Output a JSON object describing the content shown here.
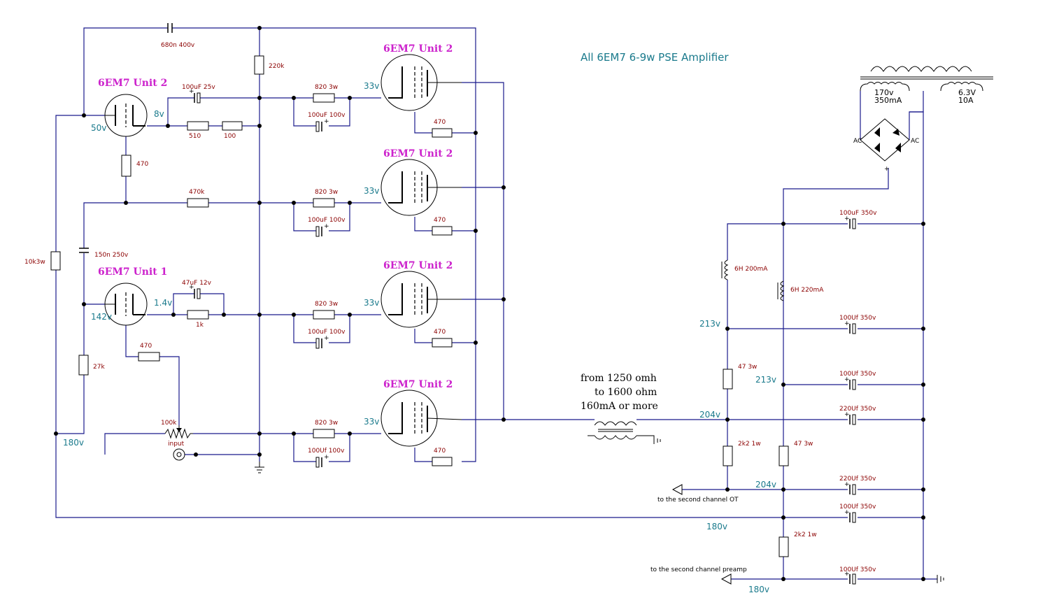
{
  "title": "All 6EM7 6-9w PSE Amplifier",
  "tubes": {
    "driver_top": "6EM7 Unit 2",
    "driver_bottom": "6EM7 Unit 1",
    "output1": "6EM7 Unit 2",
    "output2": "6EM7 Unit 2",
    "output3": "6EM7 Unit 2",
    "output4": "6EM7 Unit 2"
  },
  "voltages": {
    "v50": "50v",
    "v8": "8v",
    "v142": "142v",
    "v14": "1.4v",
    "v180_left": "180v",
    "out1": "33v",
    "out2": "33v",
    "out3": "33v",
    "out4": "33v",
    "ps_213a": "213v",
    "ps_213b": "213v",
    "ps_204a": "204v",
    "ps_204b": "204v",
    "ps_180a": "180v",
    "ps_180b": "180v"
  },
  "components": {
    "c_680n": "680n 400v",
    "r_220k": "220k",
    "c_100uf25": "100uF 25v",
    "r_510": "510",
    "r_100": "100",
    "r_470_top": "470",
    "r_470k": "470k",
    "c_150n": "150n 250v",
    "r_10k": "10k3w",
    "c_47uf": "47uF 12v",
    "r_1k": "1k",
    "r_470_mid": "470",
    "r_27k": "27k",
    "pot_100k": "100k",
    "input": "input",
    "r_820_1": "820 3w",
    "r_820_2": "820 3w",
    "r_820_3": "820 3w",
    "r_820_4": "820 3w",
    "c_100uf100_1": "100uF 100v",
    "c_100uf100_2": "100uF 100v",
    "c_100uf100_3": "100uF 100v",
    "c_100uf100_4": "100Uf 100v",
    "r_470_o1": "470",
    "r_470_o2": "470",
    "r_470_o3": "470",
    "r_470_o4": "470"
  },
  "power_supply": {
    "trans_hv": "170v",
    "trans_hv_current": "350mA",
    "trans_lv": "6.3V",
    "trans_lv_current": "10A",
    "ac_left": "AC",
    "ac_right": "AC",
    "plus": "+",
    "c1": "100uF 350v",
    "l1": "6H 200mA",
    "l2": "6H 220mA",
    "c2": "100Uf 350v",
    "r_47_1": "47 3w",
    "c3": "100Uf 350v",
    "c4": "220Uf 350v",
    "r_2k2_1": "2k2 1w",
    "r_47_2": "47 3w",
    "c5": "220Uf 350v",
    "c6": "100Uf 350v",
    "r_2k2_2": "2k2 1w",
    "c7": "100Uf 350v",
    "to_ch2_ot": "to the second channel OT",
    "to_ch2_pre": "to the second channel preamp"
  },
  "output_transformer": {
    "line1": "from 1250 omh",
    "line2": "to 1600 ohm",
    "line3": "160mA or more"
  }
}
